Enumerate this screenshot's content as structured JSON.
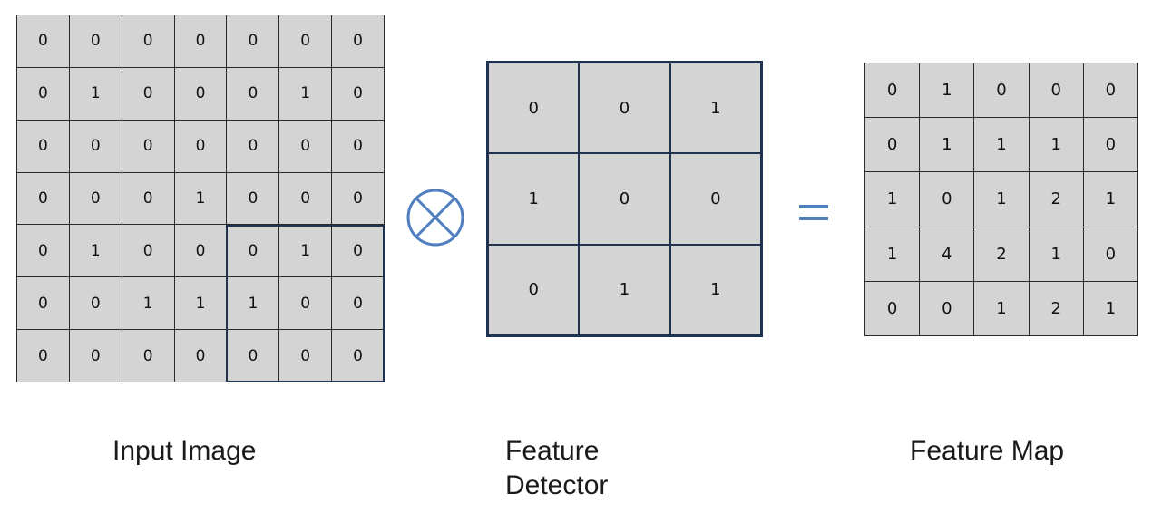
{
  "input_image": {
    "label": "Input Image",
    "cells": [
      [
        "0",
        "0",
        "0",
        "0",
        "0",
        "0",
        "0"
      ],
      [
        "0",
        "1",
        "0",
        "0",
        "0",
        "1",
        "0"
      ],
      [
        "0",
        "0",
        "0",
        "0",
        "0",
        "0",
        "0"
      ],
      [
        "0",
        "0",
        "0",
        "1",
        "0",
        "0",
        "0"
      ],
      [
        "0",
        "1",
        "0",
        "0",
        "0",
        "1",
        "0"
      ],
      [
        "0",
        "0",
        "1",
        "1",
        "1",
        "0",
        "0"
      ],
      [
        "0",
        "0",
        "0",
        "0",
        "0",
        "0",
        "0"
      ]
    ]
  },
  "feature_detector": {
    "label_line1": "Feature",
    "label_line2": "Detector",
    "cells": [
      [
        "0",
        "0",
        "1"
      ],
      [
        "1",
        "0",
        "0"
      ],
      [
        "0",
        "1",
        "1"
      ]
    ]
  },
  "feature_map": {
    "label": "Feature Map",
    "cells": [
      [
        "0",
        "1",
        "0",
        "0",
        "0"
      ],
      [
        "0",
        "1",
        "1",
        "1",
        "0"
      ],
      [
        "1",
        "0",
        "1",
        "2",
        "1"
      ],
      [
        "1",
        "4",
        "2",
        "1",
        "0"
      ],
      [
        "0",
        "0",
        "1",
        "2",
        "1"
      ]
    ]
  },
  "operators": {
    "convolution_icon": "circled-times-icon",
    "equals_icon": "equals-icon"
  },
  "colors": {
    "cell_fill": "#d4d4d4",
    "grid_line": "#2b2b2b",
    "highlight_border": "#1f3350",
    "operator_blue": "#4f7fbf"
  }
}
